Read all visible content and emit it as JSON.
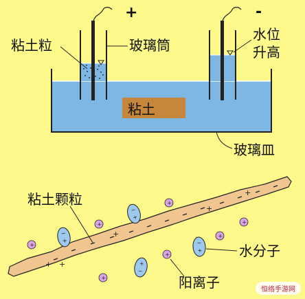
{
  "labels": {
    "clay_particle": "粘土粒",
    "glass_tube": "玻璃筒",
    "water_level_1": "水位",
    "water_level_2": "升高",
    "clay": "粘土",
    "glass_dish": "玻璃皿",
    "clay_particles": "粘土颗粒",
    "water_molecule": "水分子",
    "cation": "阳离子",
    "plus": "+",
    "minus": "-"
  },
  "watermark": "恒络手游网",
  "colors": {
    "background": "#fdf98a",
    "water": "#7eb7e4",
    "clay_box": "#c6863c",
    "clay_band": "#f0c58f",
    "molecule": "#9ec9ee",
    "cation": "#d9a3e6"
  }
}
